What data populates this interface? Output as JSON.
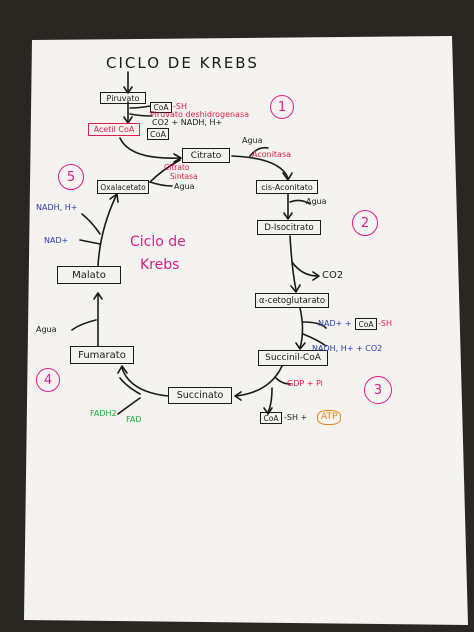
{
  "title": "CICLO DE KREBS",
  "steps": [
    "1",
    "2",
    "3",
    "4",
    "5"
  ],
  "center_label_1": "Ciclo de",
  "center_label_2": "Krebs",
  "molecules": {
    "piruvato": "Piruvato",
    "acetil_coa": "Acetil CoA",
    "coa": "CoA",
    "citrato": "Citrato",
    "cis_aconitato": "cis-Aconitato",
    "d_isocitrato": "D-Isocitrato",
    "a_cetoglutarato": "α-cetoglutarato",
    "succinil_coa": "Succinil-CoA",
    "succinato": "Succinato",
    "fumarato": "Fumarato",
    "malato": "Malato",
    "oxalacetato": "Oxalacetato"
  },
  "annotations": {
    "coa_sh_box": "CoA",
    "coa_sh_suffix": "-SH",
    "piruvato_enzyme": "Piruvato deshidrogenasa",
    "co2_nadh": "CO2 + NADH, H+",
    "agua_aconitasa": "Agua",
    "aconitasa": "Aconitasa",
    "citrato_sintasa_1": "Citrato",
    "citrato_sintasa_2": "Sintasa",
    "agua_oxal": "Agua",
    "agua_isocitrato": "Agua",
    "co2_isocitrato": "CO2",
    "nad_coa_sh": "NAD+ +",
    "coa_box2": "CoA",
    "coa_sh2_suffix": "-SH",
    "nadh_co2": "NADH, H+ + CO2",
    "gdp_pi": "GDP + Pi",
    "coa_box3": "CoA",
    "sh_plus": "-SH +",
    "atp": "ATP",
    "nadh_malato": "NADH, H+",
    "nad_malato": "NAD+",
    "agua_fumarato": "Agua",
    "fadh2": "FADH2",
    "fad": "FAD"
  },
  "colors": {
    "paper": "#f4f3ef",
    "ink": "#1b1b1b",
    "red": "#e0204a",
    "pink": "#d8208c",
    "blue": "#2a3fa8",
    "green": "#22a83a",
    "orange": "#e8881a"
  }
}
